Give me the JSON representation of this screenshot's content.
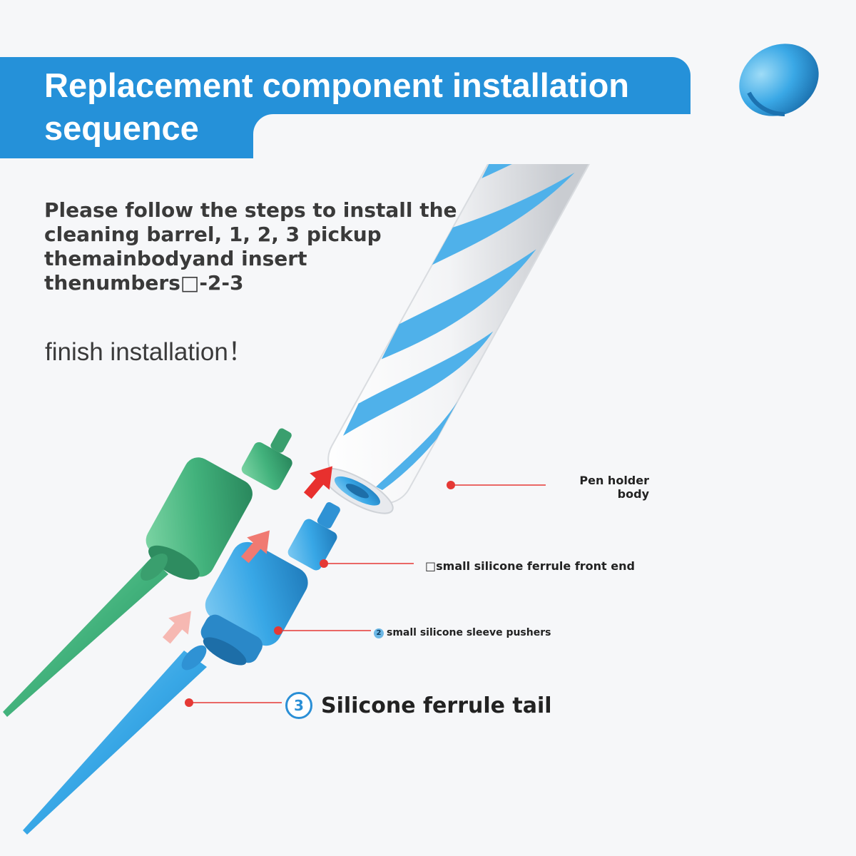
{
  "banner": {
    "title": "Replacement component installation sequence"
  },
  "instructions": {
    "text": "Please follow the steps to install the cleaning barrel, 1, 2, 3 pickup themainbodyand insert thenumbers□-2-3",
    "finish": "finish installation！"
  },
  "labels": {
    "pen_holder_line1": "Pen holder",
    "pen_holder_line2": "body",
    "front_end_marker": "□",
    "front_end": "small silicone ferrule front end",
    "pusher_marker": "2",
    "pusher": "small silicone sleeve pushers",
    "tail_marker": "3",
    "tail": "Silicone ferrule tail"
  },
  "colors": {
    "banner_blue": "#2591d9",
    "tool_blue": "#35a6e6",
    "spare_green": "#3fb07a",
    "pointer_red": "#e53935",
    "arrow_red": "#e8302e"
  },
  "icons": [
    "up-right-arrow-icon",
    "pointer-dot-icon"
  ]
}
